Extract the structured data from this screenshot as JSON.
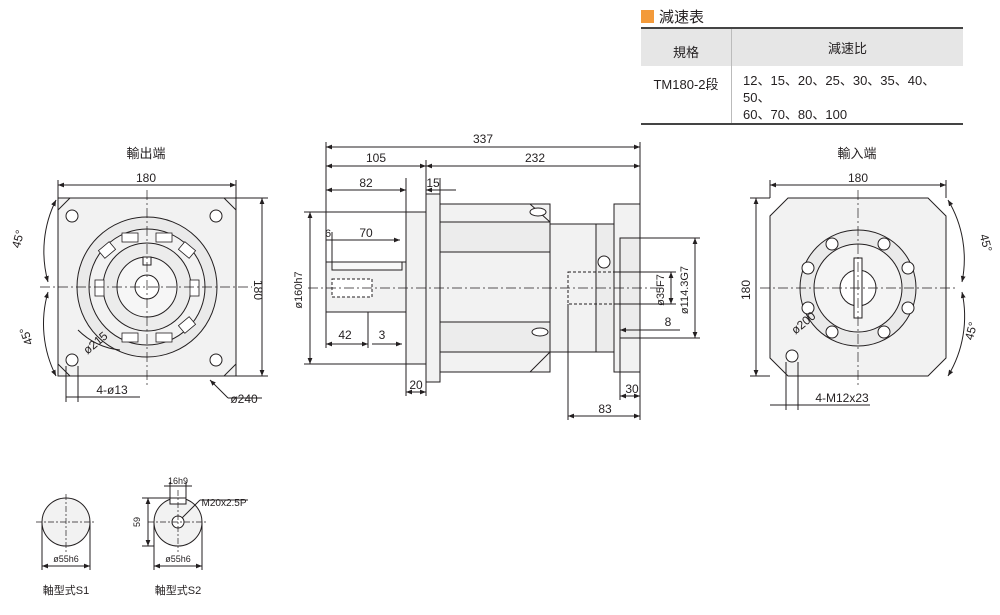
{
  "table": {
    "title": "減速表",
    "header": [
      "規格",
      "減速比"
    ],
    "rows": [
      {
        "model": "TM180-2段",
        "ratios_line1": "12、15、20、25、30、35、40、50、",
        "ratios_line2": "60、70、80、100"
      }
    ]
  },
  "views": {
    "output_end": "輸出端",
    "input_end": "輸入端",
    "shaft_s1": "軸型式S1",
    "shaft_s2": "軸型式S2"
  },
  "dims": {
    "out_width": "180",
    "out_height": "180",
    "out_angle_top": "45°",
    "out_angle_bottom": "45°",
    "out_pcd": "ø215",
    "out_holes": "4-ø13",
    "out_diag": "ø240",
    "total_length": "337",
    "front_length": "105",
    "rear_length": "232",
    "shaft_length": "82",
    "flange_thk": "15",
    "key_offset": "6",
    "key_length": "70",
    "pilot_dia": "ø160h7",
    "thread_depth": "42",
    "small_3": "3",
    "flange_20": "20",
    "input_bore": "ø35F7",
    "input_pilot": "ø114.3G7",
    "dim_8": "8",
    "dim_30": "30",
    "dim_83": "83",
    "in_width": "180",
    "in_height": "180",
    "in_angle_top": "45°",
    "in_angle_bottom": "45°",
    "in_pcd": "ø200",
    "in_holes": "4-M12x23",
    "s1_dia": "ø55h6",
    "s2_dia": "ø55h6",
    "s2_key": "16h9",
    "s2_height": "59",
    "s2_thread": "M20x2.5P"
  },
  "colors": {
    "accent": "#f39a3a",
    "body": "#f2f2f2",
    "line": "#231f20"
  }
}
